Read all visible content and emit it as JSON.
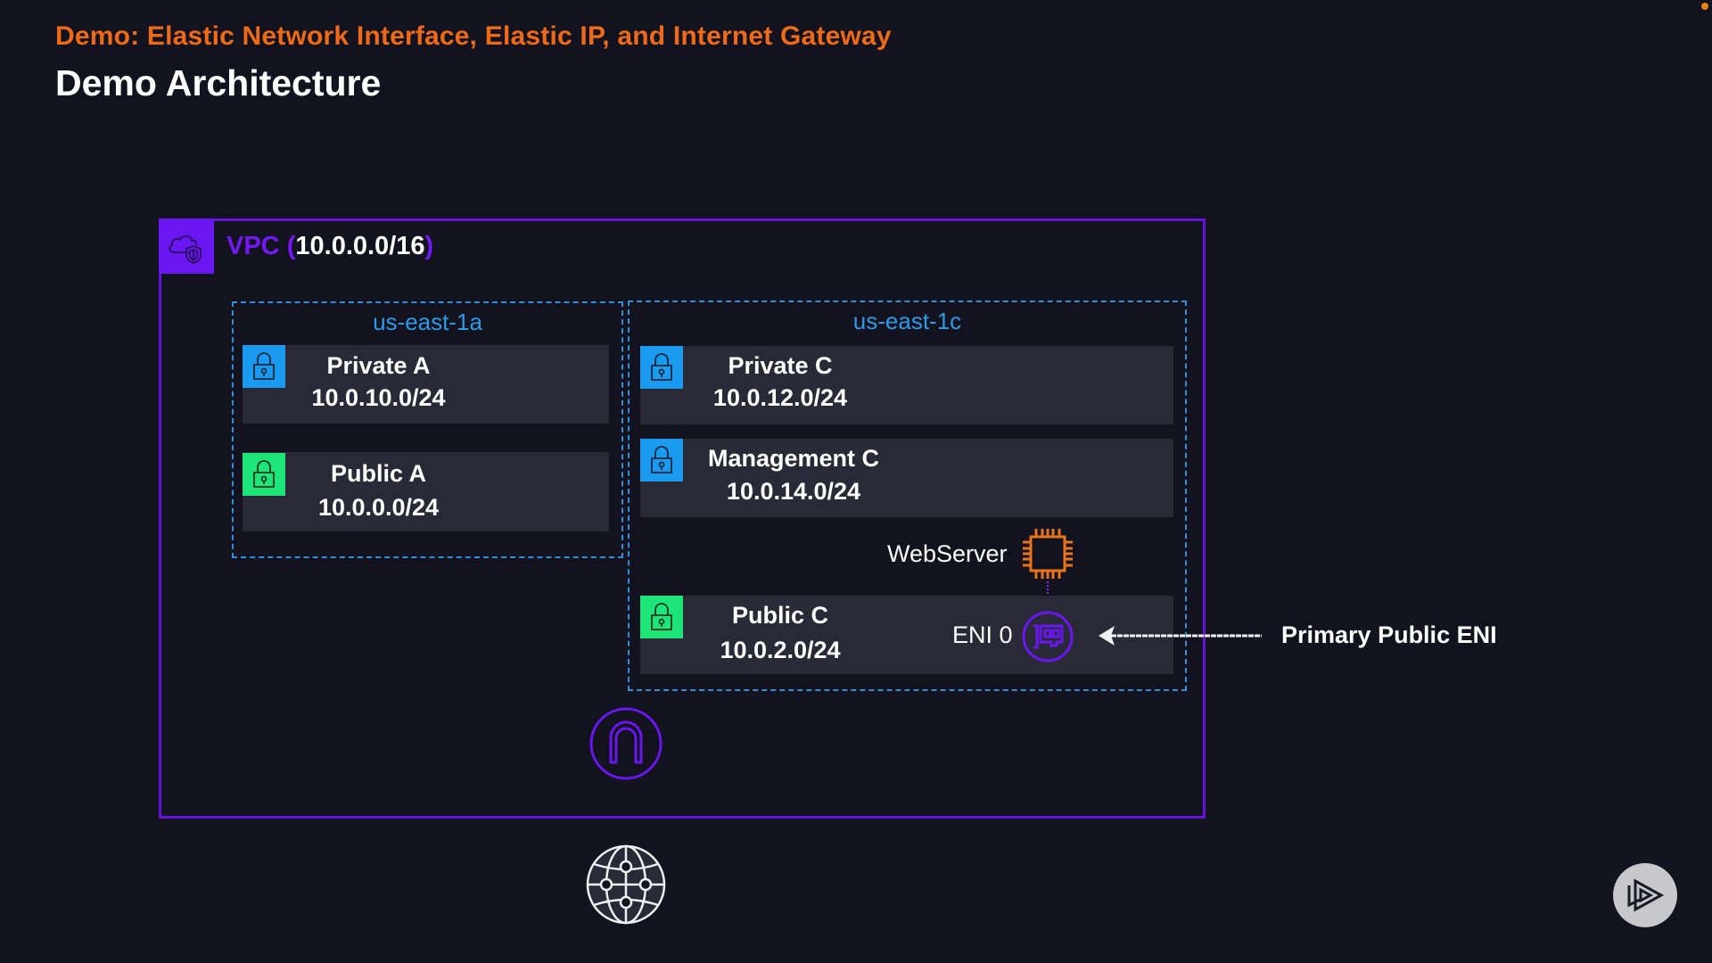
{
  "header": {
    "subtitle": "Demo: Elastic Network Interface, Elastic IP, and Internet Gateway",
    "title": "Demo Architecture"
  },
  "colors": {
    "background": "#13121f",
    "accent_orange": "#ee6a19",
    "vpc_purple": "#6512dc",
    "az_blue": "#2e8fdb",
    "private_subnet": "#1a9bf0",
    "public_subnet": "#1ee57a",
    "subnet_card": "#2a2937",
    "ec2_orange": "#e8731c"
  },
  "vpc": {
    "icon": "vpc-cloud-shield-icon",
    "label_prefix": "VPC",
    "open_paren": "(",
    "cidr": "10.0.0.0/16",
    "close_paren": ")"
  },
  "availability_zones": [
    {
      "name": "us-east-1a",
      "subnets": [
        {
          "name": "Private A",
          "cidr": "10.0.10.0/24",
          "type": "private",
          "icon": "lock-icon"
        },
        {
          "name": "Public A",
          "cidr": "10.0.0.0/24",
          "type": "public",
          "icon": "lock-icon"
        }
      ]
    },
    {
      "name": "us-east-1c",
      "subnets": [
        {
          "name": "Private C",
          "cidr": "10.0.12.0/24",
          "type": "private",
          "icon": "lock-icon"
        },
        {
          "name": "Management C",
          "cidr": "10.0.14.0/24",
          "type": "private",
          "icon": "lock-icon"
        },
        {
          "name": "Public C",
          "cidr": "10.0.2.0/24",
          "type": "public",
          "icon": "lock-icon"
        }
      ]
    }
  ],
  "instance": {
    "label": "WebServer",
    "icon": "ec2-chip-icon"
  },
  "eni": {
    "label": "ENI 0",
    "icon": "network-card-icon"
  },
  "callout": {
    "label": "Primary Public ENI",
    "icon": "arrow-left-icon"
  },
  "internet_gateway": {
    "icon": "internet-gateway-icon"
  },
  "internet": {
    "icon": "globe-icon"
  },
  "player": {
    "icon": "play-logo-icon"
  }
}
